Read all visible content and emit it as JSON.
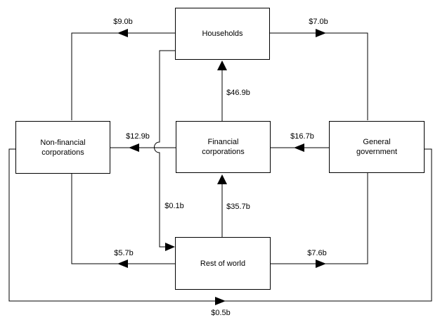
{
  "diagram": {
    "description": "Inter-sectoral financial flows diagram",
    "colors": {
      "line": "#000000",
      "background": "#ffffff",
      "box_fill": "#ffffff",
      "text": "#000000"
    },
    "nodes": [
      {
        "id": "households",
        "label": "Households"
      },
      {
        "id": "non-financial-corporations",
        "label": "Non-financial\ncorporations"
      },
      {
        "id": "financial-corporations",
        "label": "Financial\ncorporations"
      },
      {
        "id": "general-government",
        "label": "General\ngovernment"
      },
      {
        "id": "rest-of-world",
        "label": "Rest of world"
      }
    ],
    "flows": [
      {
        "from": "Households",
        "to": "Non-financial corporations",
        "label": "$9.0b"
      },
      {
        "from": "Households",
        "to": "General government",
        "label": "$7.0b"
      },
      {
        "from": "Financial corporations",
        "to": "Households",
        "label": "$46.9b"
      },
      {
        "from": "Financial corporations",
        "to": "Non-financial corporations",
        "label": "$12.9b"
      },
      {
        "from": "General government",
        "to": "Financial corporations",
        "label": "$16.7b"
      },
      {
        "from": "Households",
        "to": "Rest of world",
        "label": "$0.1b"
      },
      {
        "from": "Rest of world",
        "to": "Financial corporations",
        "label": "$35.7b"
      },
      {
        "from": "Rest of world",
        "to": "Non-financial corporations",
        "label": "$5.7b"
      },
      {
        "from": "Rest of world",
        "to": "General government",
        "label": "$7.6b"
      },
      {
        "from": "Non-financial corporations",
        "to": "General government",
        "label": "$0.5b"
      }
    ]
  }
}
